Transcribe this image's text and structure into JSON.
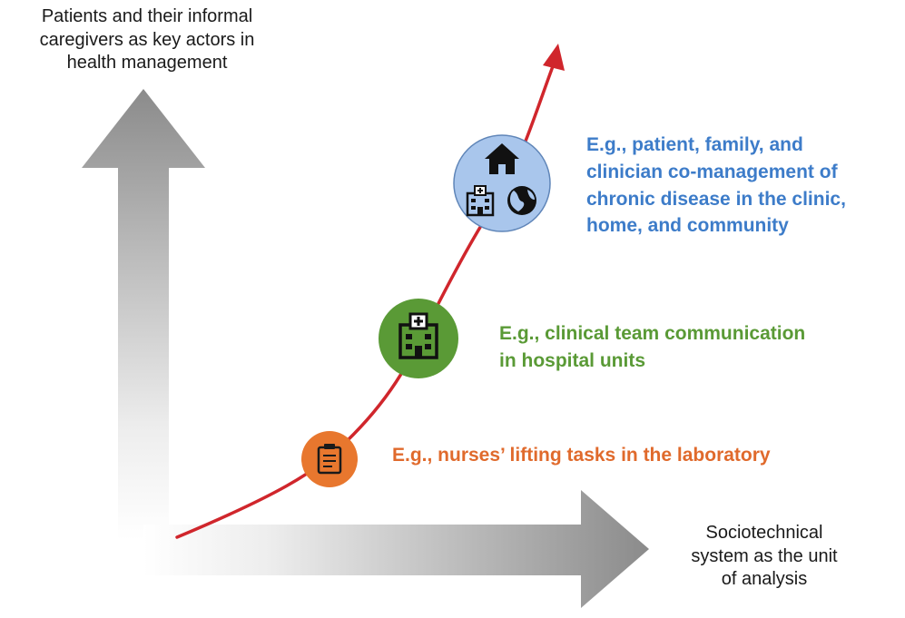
{
  "vertical_axis": {
    "label_lines": [
      "Patients and their informal",
      "caregivers as key actors in",
      "health management"
    ]
  },
  "horizontal_axis": {
    "label_lines": [
      "Sociotechnical",
      "system as the unit",
      "of analysis"
    ]
  },
  "examples": [
    {
      "lines": [
        "E.g., nurses’ lifting tasks in the laboratory"
      ],
      "color": "#e06a2c",
      "icon": "clipboard-icon"
    },
    {
      "lines": [
        "E.g., clinical team communication",
        "in hospital units"
      ],
      "color": "#5a9a36",
      "icon": "hospital-icon"
    },
    {
      "lines": [
        "E.g., patient, family, and",
        "clinician co-management of",
        "chronic disease in the clinic,",
        "home, and community"
      ],
      "color": "#3d7cc9",
      "icon": "home-hospital-globe-icons"
    }
  ],
  "colors": {
    "trajectory": "#d0262c",
    "axis_gray": "#8f8f8f",
    "circle_orange": "#e8772e",
    "circle_green": "#5a9a36",
    "circle_blue": "#a9c6ec"
  }
}
